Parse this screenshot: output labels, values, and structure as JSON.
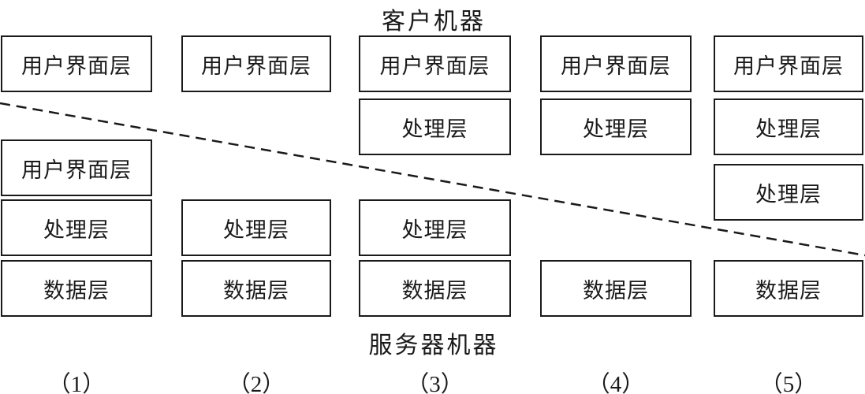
{
  "diagram": {
    "top_label": "客户机器",
    "bottom_label": "服务器机器",
    "divider_style": "dashed-diagonal",
    "columns": [
      {
        "number_label": "（1）",
        "boxes": [
          {
            "text": "用户界面层",
            "slot": "client1",
            "side": "client"
          },
          {
            "text": "用户界面层",
            "slot": "serverUi",
            "side": "server"
          },
          {
            "text": "处理层",
            "slot": "serverProc",
            "side": "server"
          },
          {
            "text": "数据层",
            "slot": "serverData",
            "side": "server"
          }
        ]
      },
      {
        "number_label": "（2）",
        "boxes": [
          {
            "text": "用户界面层",
            "slot": "client1",
            "side": "client"
          },
          {
            "text": "处理层",
            "slot": "serverProc",
            "side": "server"
          },
          {
            "text": "数据层",
            "slot": "serverData",
            "side": "server"
          }
        ]
      },
      {
        "number_label": "（3）",
        "boxes": [
          {
            "text": "用户界面层",
            "slot": "client1",
            "side": "client"
          },
          {
            "text": "处理层",
            "slot": "client2",
            "side": "client"
          },
          {
            "text": "处理层",
            "slot": "serverProc",
            "side": "server"
          },
          {
            "text": "数据层",
            "slot": "serverData",
            "side": "server"
          }
        ]
      },
      {
        "number_label": "（4）",
        "boxes": [
          {
            "text": "用户界面层",
            "slot": "client1",
            "side": "client"
          },
          {
            "text": "处理层",
            "slot": "client2",
            "side": "client"
          },
          {
            "text": "数据层",
            "slot": "serverData",
            "side": "server"
          }
        ]
      },
      {
        "number_label": "（5）",
        "boxes": [
          {
            "text": "用户界面层",
            "slot": "client1",
            "side": "client"
          },
          {
            "text": "处理层",
            "slot": "client2",
            "side": "client"
          },
          {
            "text": "处理层",
            "slot": "client3",
            "side": "client"
          },
          {
            "text": "数据层",
            "slot": "serverData",
            "side": "server"
          }
        ]
      }
    ]
  },
  "colors": {
    "text": "#1a1a1a",
    "box_border": "#1a1a1a",
    "divider_line": "#1a1a1a",
    "background": "#ffffff"
  }
}
